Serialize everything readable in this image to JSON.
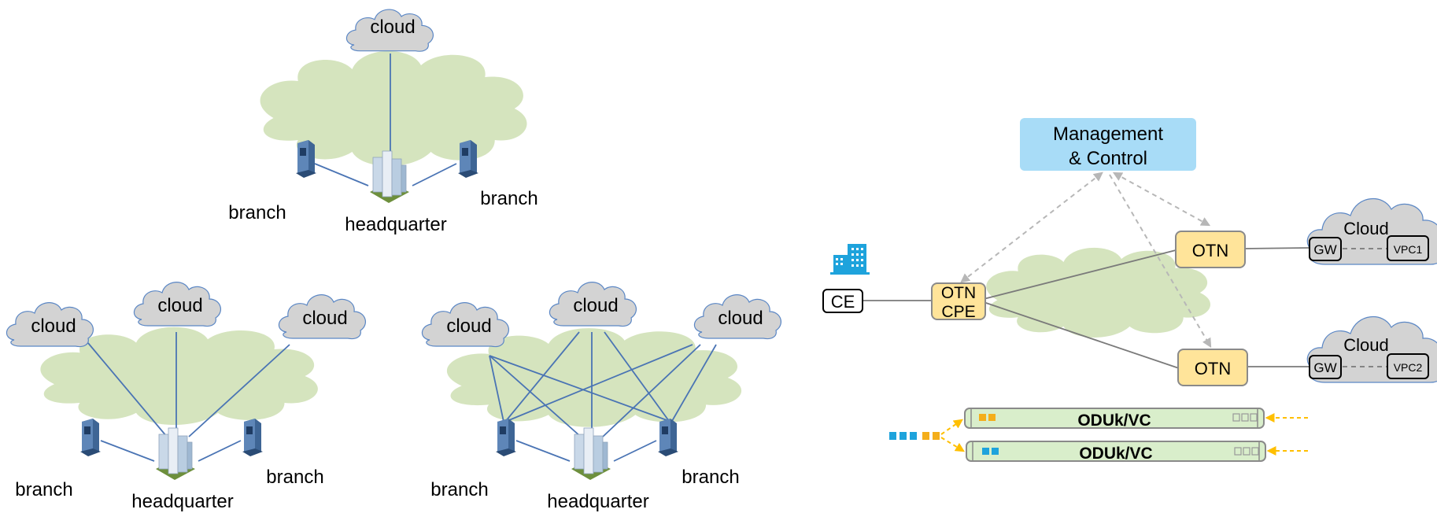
{
  "labels": {
    "cloud": "cloud",
    "branch": "branch",
    "headquarter": "headquarter",
    "management_line1": "Management",
    "management_line2": "& Control",
    "ce": "CE",
    "otn_cpe_line1": "OTN",
    "otn_cpe_line2": "CPE",
    "otn": "OTN",
    "cloud_cap": "Cloud",
    "gw": "GW",
    "vpc1": "VPC1",
    "vpc2": "VPC2",
    "oduk_vc": "ODUk/VC"
  },
  "colors": {
    "green_cloud": "#d5e4be",
    "grey_cloud": "#d3d3d3",
    "grey_cloud_stroke": "#5b87c5",
    "link_blue": "#4a74b4",
    "otn_fill": "#ffe49a",
    "otn_stroke": "#8a8a8a",
    "management_fill": "#a8dcf7",
    "dashed_grey": "#b7b7b7",
    "pipe_fill": "#d9eecb",
    "arrow_orange": "#ffbf00",
    "square_blue": "#1ea3dc",
    "square_orange": "#f4ae1b"
  }
}
